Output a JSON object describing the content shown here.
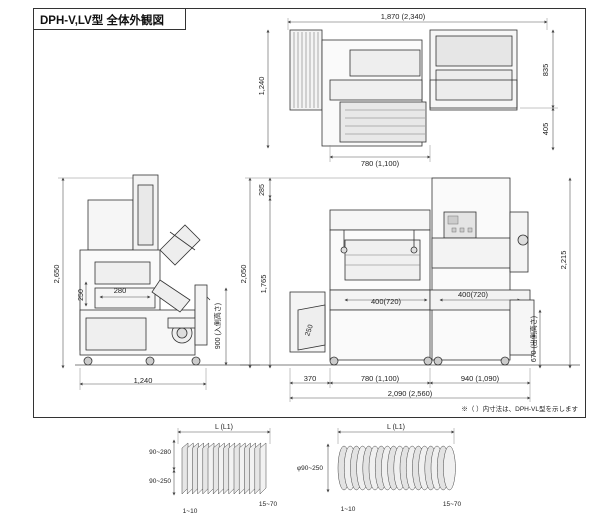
{
  "title": "DPH-V,LV型 全体外観図",
  "note": "※（ ）内寸法は、DPH-VL型を示します",
  "top_view": {
    "width": "1,870 (2,340)",
    "height_left": "1,240",
    "height_right_upper": "835",
    "height_right_lower": "405",
    "bottom_width": "780 (1,100)"
  },
  "side_view": {
    "total_height": "2,650",
    "inner_height": "250",
    "inner_width": "280",
    "width": "1,240",
    "inlet_height": "900 (入側高さ)"
  },
  "front_view": {
    "top_offset": "285",
    "height_total": "2,050",
    "height_body": "1,765",
    "right_height": "2,215",
    "inner_left": "400(720)",
    "inner_right": "400(720)",
    "outlet_height": "670 (出側高さ)",
    "dim_370": "370",
    "dim_780": "780 (1,100)",
    "dim_940": "940 (1,090)",
    "dim_total": "2,090 (2,560)",
    "drum_label": "250"
  },
  "product_left": {
    "length": "L (L1)",
    "height_top": "90~280",
    "height_side": "90~250",
    "gap": "1~10",
    "thickness": "15~70"
  },
  "product_right": {
    "length": "L (L1)",
    "diameter": "φ90~250",
    "gap": "1~10",
    "thickness": "15~70"
  }
}
